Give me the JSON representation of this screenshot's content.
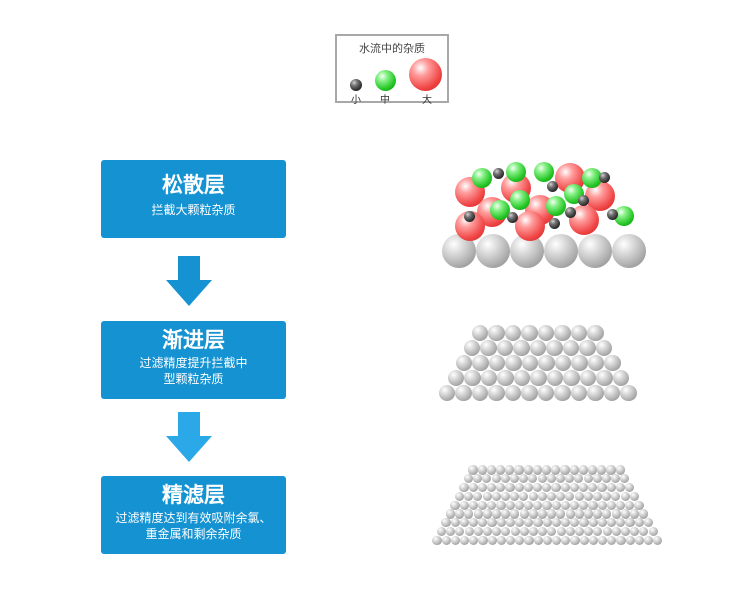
{
  "legend": {
    "title": "水流中的杂质",
    "items": [
      {
        "label": "小",
        "kind": "small"
      },
      {
        "label": "中",
        "kind": "medium"
      },
      {
        "label": "大",
        "kind": "large"
      }
    ]
  },
  "layers": [
    {
      "title": "松散层",
      "desc": "拦截大颗粒杂质"
    },
    {
      "title": "渐进层",
      "desc_line1": "过滤精度提升拦截中",
      "desc_line2": "型颗粒杂质"
    },
    {
      "title": "精滤层",
      "desc_line1": "过滤精度达到有效吸附余氯、",
      "desc_line2": "重金属和剩余杂质"
    }
  ],
  "colors": {
    "box": "#1592d2",
    "arrow_dark": "#1592d2",
    "arrow_light": "#2aa8e8",
    "small_particle": "#2a2a2a",
    "medium_particle": "#22c522",
    "large_particle": "#f04646",
    "media_ball": "#a8a8a8"
  }
}
